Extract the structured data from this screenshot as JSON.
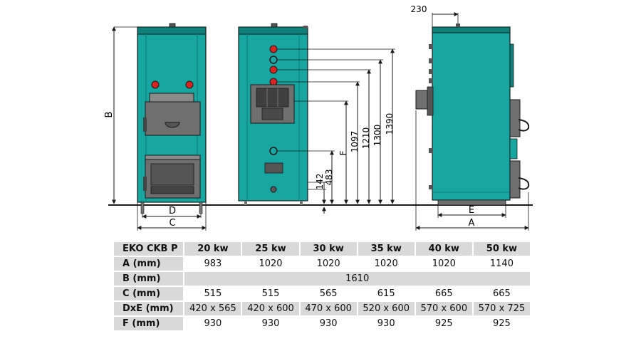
{
  "drawing": {
    "colors": {
      "body": "#17a6a0",
      "body_dark": "#0f7f7a",
      "outline": "#1a1a1a",
      "door": "#6f6f6f",
      "red": "#d8231f"
    },
    "labels": {
      "front_height": "B",
      "base_inner": "D",
      "base_outer": "C",
      "side_depth": "A",
      "side_base": "E",
      "top_offset": "230",
      "f_label": "F",
      "h142": "142",
      "h483": "483",
      "h1097": "1097",
      "h1210": "1210",
      "h1300": "1300",
      "h1390": "1390"
    }
  },
  "table": {
    "corner": "EKO CKB P",
    "columns": [
      "20 kw",
      "25 kw",
      "30 kw",
      "35 kw",
      "40 kw",
      "50 kw"
    ],
    "rows": [
      {
        "label": "A  (mm)",
        "values": [
          "983",
          "1020",
          "1020",
          "1020",
          "1020",
          "1140"
        ]
      },
      {
        "label": "B  (mm)",
        "merged": "1610"
      },
      {
        "label": "C  (mm)",
        "values": [
          "515",
          "515",
          "565",
          "615",
          "665",
          "665"
        ]
      },
      {
        "label": "DxE  (mm)",
        "values": [
          "420 x 565",
          "420 x 600",
          "470 x 600",
          "520 x 600",
          "570 x 600",
          "570 x 725"
        ]
      },
      {
        "label": "F  (mm)",
        "values": [
          "930",
          "930",
          "930",
          "930",
          "925",
          "925"
        ]
      }
    ]
  }
}
